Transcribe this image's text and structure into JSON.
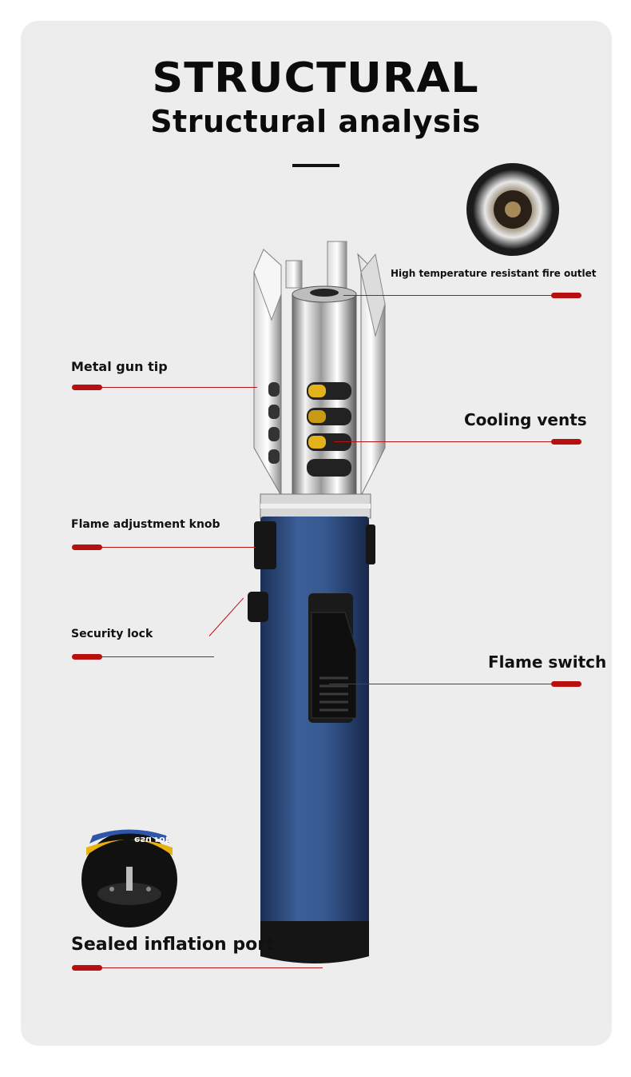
{
  "header": {
    "title": "STRUCTURAL",
    "subtitle": "Structural analysis"
  },
  "callouts": {
    "fire_outlet": "High temperature resistant fire outlet",
    "metal_tip": "Metal gun tip",
    "cooling_vents": "Cooling vents",
    "flame_knob": "Flame adjustment knob",
    "security_lock": "Security lock",
    "flame_switch": "Flame switch",
    "inflation_port": "Sealed inflation port"
  },
  "inset_text": {
    "can_label": "esu rof"
  },
  "colors": {
    "accent": "#b80f0f",
    "body_blue": "#2f4f82",
    "background": "#ededee"
  }
}
